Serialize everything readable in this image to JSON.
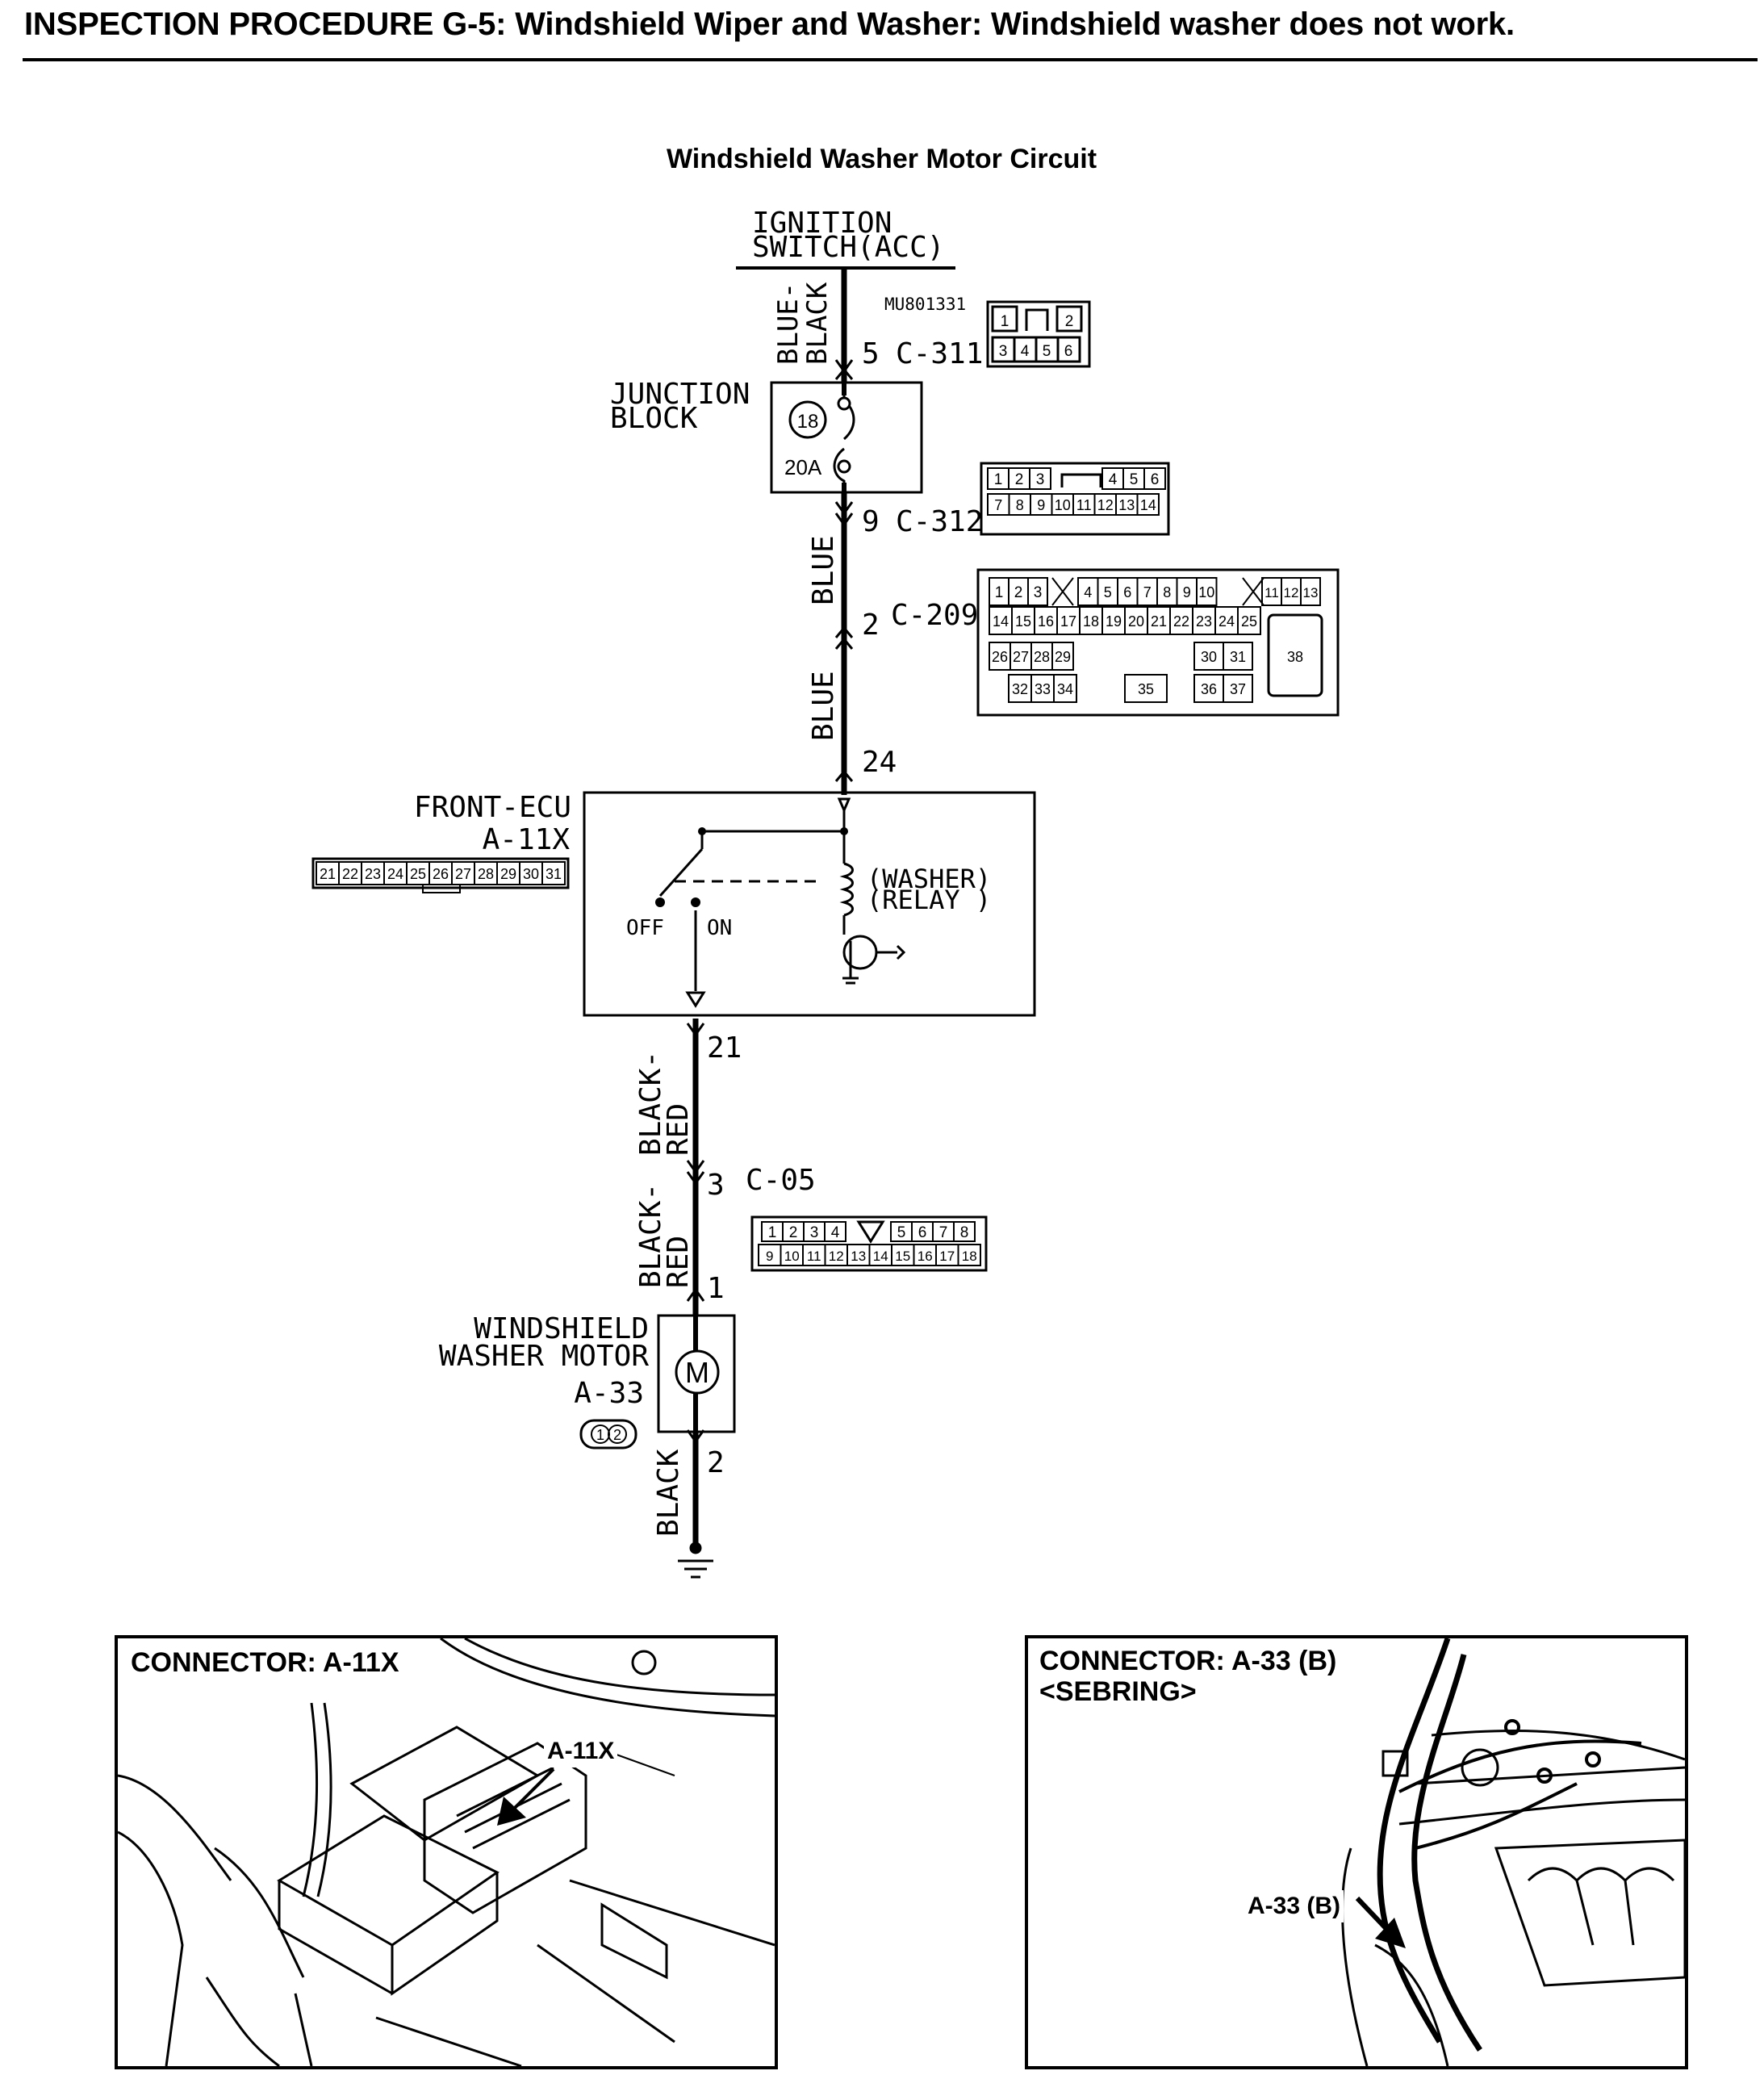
{
  "header": {
    "title": "INSPECTION PROCEDURE G-5: Windshield Wiper and Washer: Windshield washer does not work."
  },
  "diagram": {
    "title": "Windshield Washer Motor Circuit",
    "ignition_switch": {
      "line1": "IGNITION",
      "line2": "SWITCH(ACC)"
    },
    "wire_blue_black": {
      "line1": "BLUE-",
      "line2": "BLACK"
    },
    "wire_blue_1": "BLUE",
    "wire_blue_2": "BLUE",
    "wire_black_red_1": {
      "line1": "BLACK-",
      "line2": "RED"
    },
    "wire_black_red_2": {
      "line1": "BLACK-",
      "line2": "RED"
    },
    "wire_black": "BLACK",
    "c311": {
      "pin": "5",
      "name": "C-311",
      "part_no": "MU801331",
      "top": [
        "1",
        "2"
      ],
      "bottom": [
        "3",
        "4",
        "5",
        "6"
      ]
    },
    "junction_block": {
      "line1": "JUNCTION",
      "line2": "BLOCK",
      "fuse_no": "18",
      "fuse_rating": "20A"
    },
    "c312": {
      "pin": "9",
      "name": "C-312",
      "row1a": [
        "1",
        "2",
        "3"
      ],
      "row1b": [
        "4",
        "5",
        "6"
      ],
      "row2": [
        "7",
        "8",
        "9",
        "10",
        "11",
        "12",
        "13",
        "14"
      ]
    },
    "c209": {
      "pin": "2",
      "name": "C-209",
      "row1a": [
        "1",
        "2",
        "3"
      ],
      "row1b": [
        "4",
        "5",
        "6",
        "7",
        "8",
        "9",
        "10"
      ],
      "row1c": [
        "11",
        "12",
        "13"
      ],
      "row2": [
        "14",
        "15",
        "16",
        "17",
        "18",
        "19",
        "20",
        "21",
        "22",
        "23",
        "24",
        "25"
      ],
      "row3a": [
        "26",
        "27",
        "28",
        "29"
      ],
      "row3b": [
        "30",
        "31"
      ],
      "cell38": "38",
      "row4a": [
        "32",
        "33",
        "34"
      ],
      "cell35": "35",
      "row4b": [
        "36",
        "37"
      ]
    },
    "front_ecu": {
      "line1": "FRONT-ECU",
      "line2": "A-11X",
      "pin_in": "24",
      "pin_out": "21",
      "relay": {
        "line1": "(WASHER)",
        "line2": "(RELAY )"
      },
      "off": "OFF",
      "on": "ON",
      "pins": [
        "21",
        "22",
        "23",
        "24",
        "25",
        "26",
        "27",
        "28",
        "29",
        "30",
        "31"
      ]
    },
    "c05": {
      "pin": "3",
      "name": "C-05",
      "row1a": [
        "1",
        "2",
        "3",
        "4"
      ],
      "row1b": [
        "5",
        "6",
        "7",
        "8"
      ],
      "row2": [
        "9",
        "10",
        "11",
        "12",
        "13",
        "14",
        "15",
        "16",
        "17",
        "18"
      ]
    },
    "washer_motor": {
      "line1": "WINDSHIELD",
      "line2": "WASHER MOTOR",
      "name": "A-33",
      "pin_in": "1",
      "pin_out": "2",
      "motor_symbol": "M",
      "pin_a": "1",
      "pin_b": "2"
    }
  },
  "panels": {
    "left": {
      "title": "CONNECTOR: A-11X",
      "callout": "A-11X"
    },
    "right": {
      "title_line1": "CONNECTOR: A-33 (B)",
      "title_line2": "<SEBRING>",
      "callout": "A-33 (B)"
    }
  }
}
